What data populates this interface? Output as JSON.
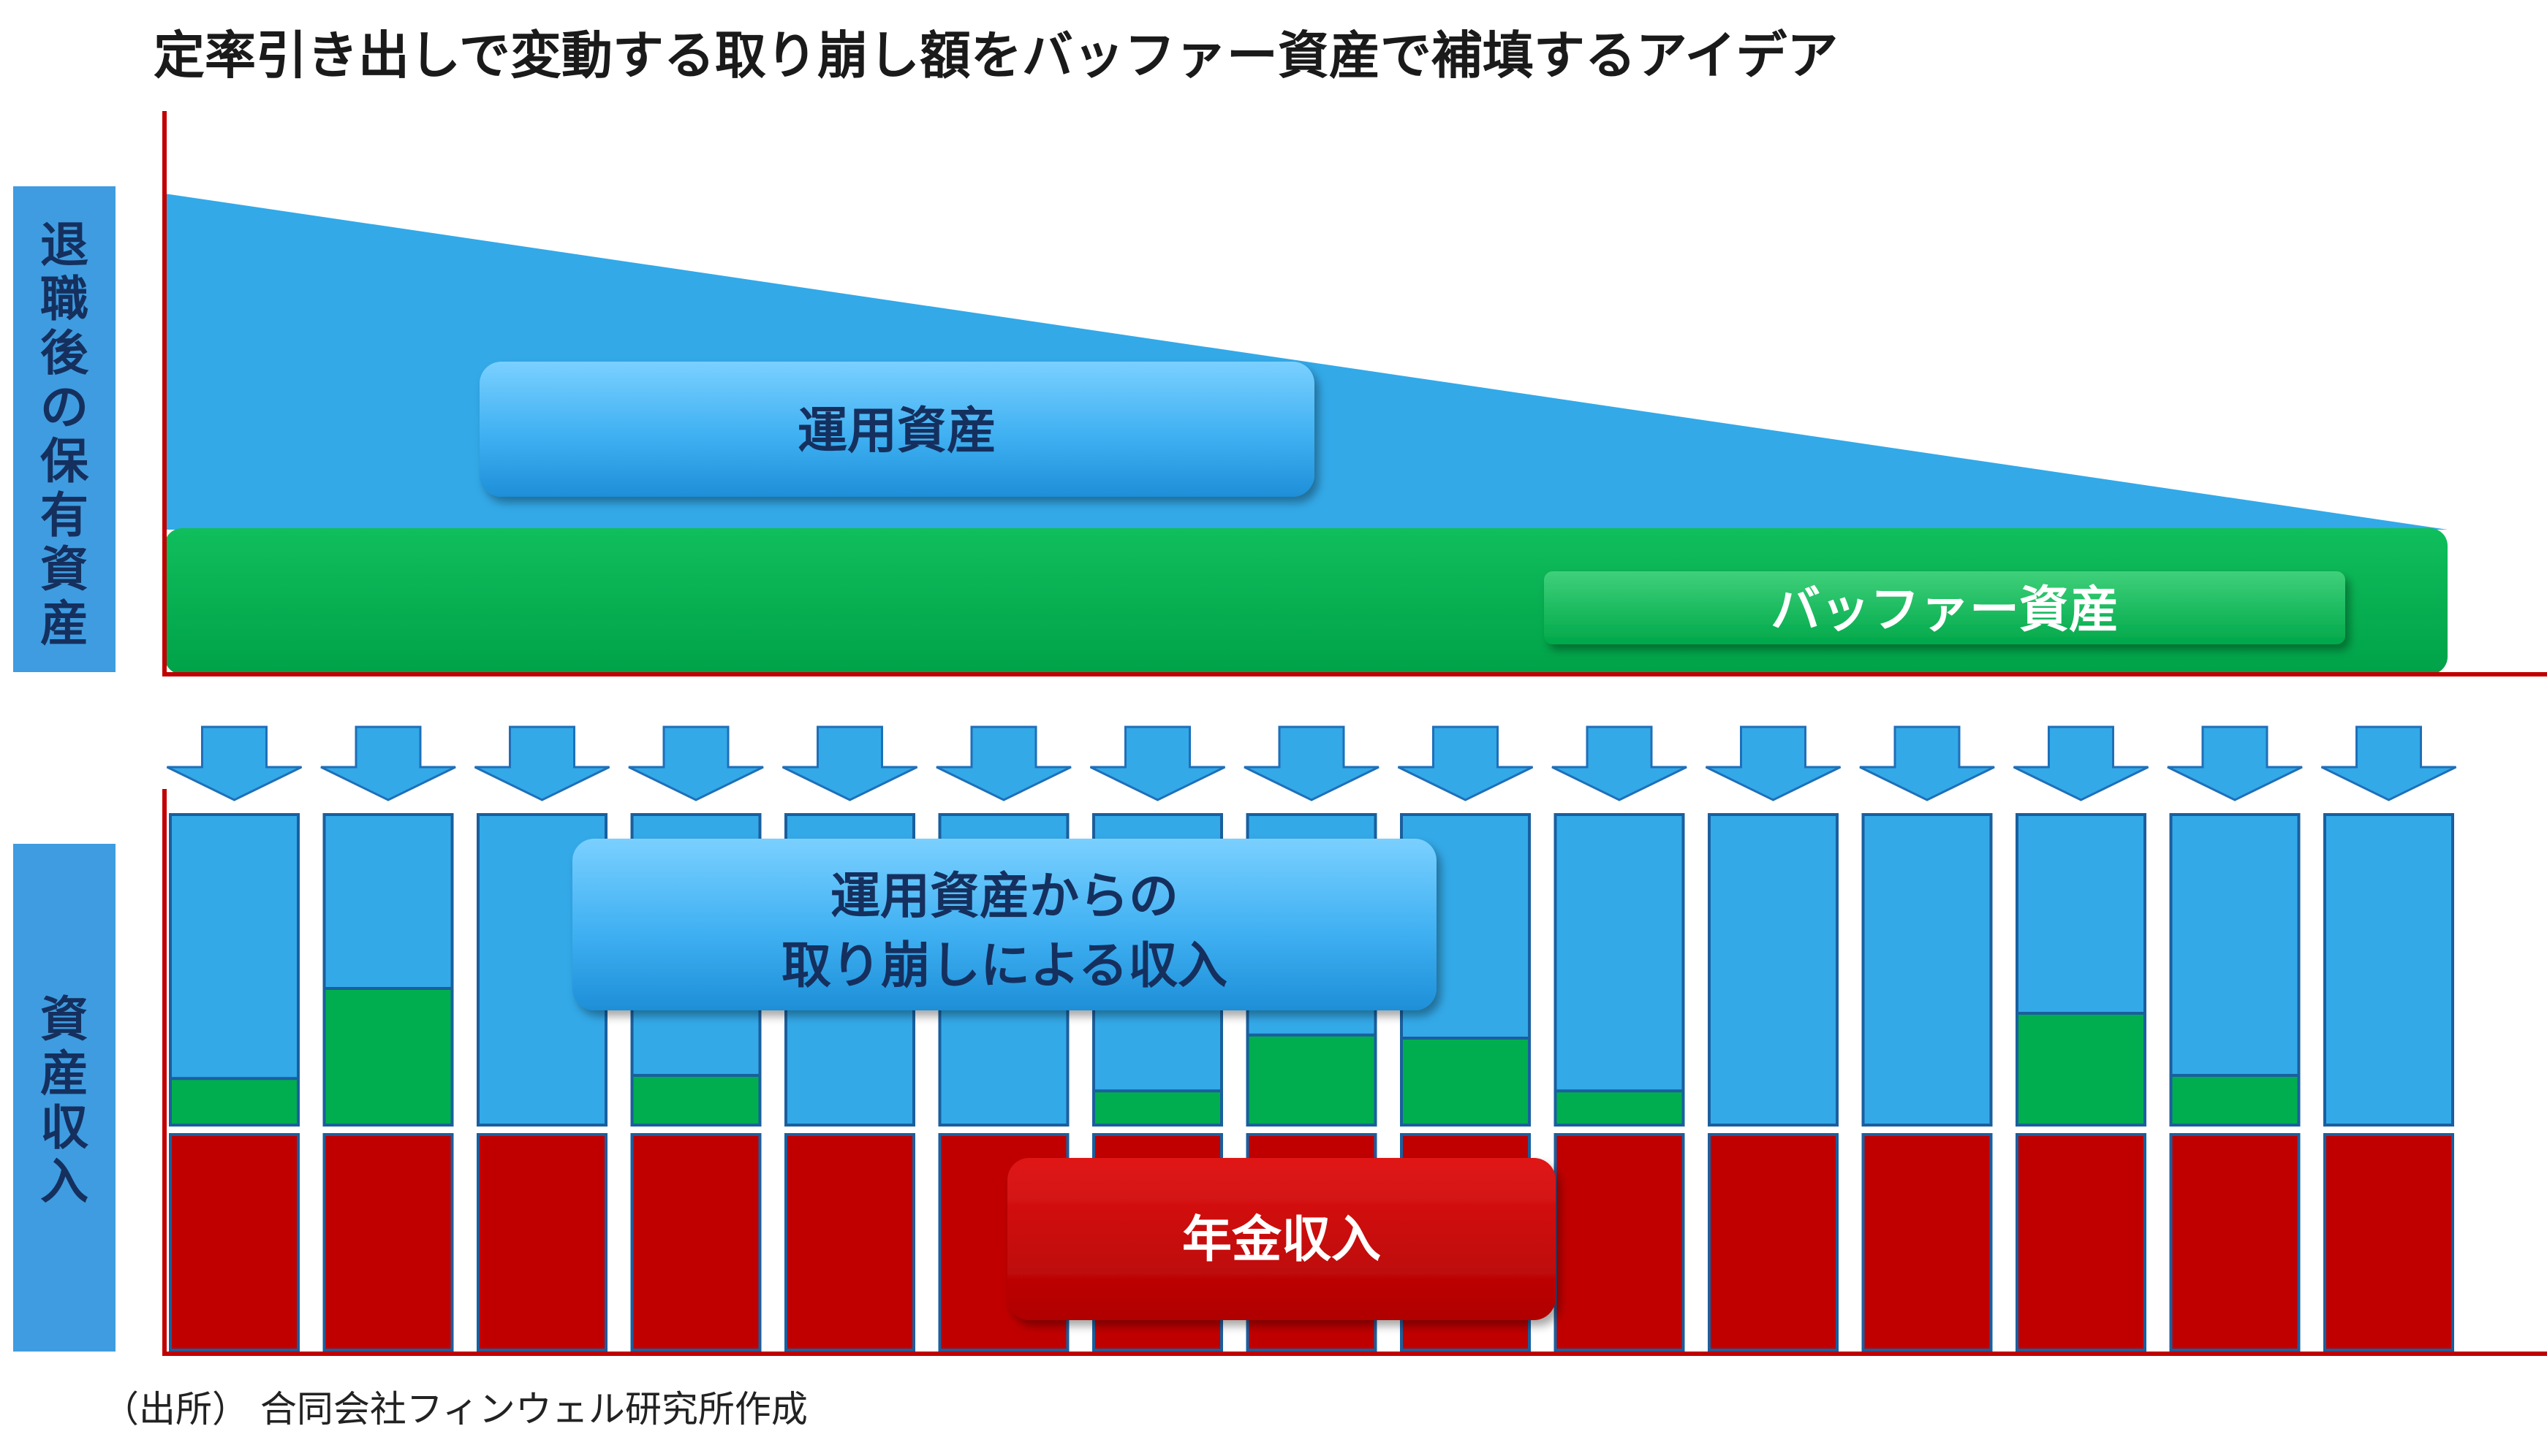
{
  "title": "定率引き出しで変動する取り崩し額をバッファー資産で補填するアイデア",
  "upper_axis_label": "退職後の保有資産",
  "lower_axis_label": "資産収入",
  "investment_asset_label": "運用資産",
  "buffer_asset_label": "バッファー資産",
  "withdrawal_income_label_line1": "運用資産からの",
  "withdrawal_income_label_line2": "取り崩しによる収入",
  "pension_income_label": "年金収入",
  "source": "（出所） 合同会社フィンウェル研究所作成",
  "colors": {
    "blue": "#33a9e8",
    "green": "#00ae4f",
    "red": "#c00000",
    "axis": "#c00000",
    "label_panel": "#3f9ce0",
    "label_text": "#15305e"
  },
  "periods": [
    {
      "buffer_fill_share": 0.15
    },
    {
      "buffer_fill_share": 0.44
    },
    {
      "buffer_fill_share": 0.0
    },
    {
      "buffer_fill_share": 0.16
    },
    {
      "buffer_fill_share": 0.0
    },
    {
      "buffer_fill_share": 0.0
    },
    {
      "buffer_fill_share": 0.11
    },
    {
      "buffer_fill_share": 0.29
    },
    {
      "buffer_fill_share": 0.28
    },
    {
      "buffer_fill_share": 0.11
    },
    {
      "buffer_fill_share": 0.0
    },
    {
      "buffer_fill_share": 0.0
    },
    {
      "buffer_fill_share": 0.36
    },
    {
      "buffer_fill_share": 0.16
    },
    {
      "buffer_fill_share": 0.0
    }
  ]
}
